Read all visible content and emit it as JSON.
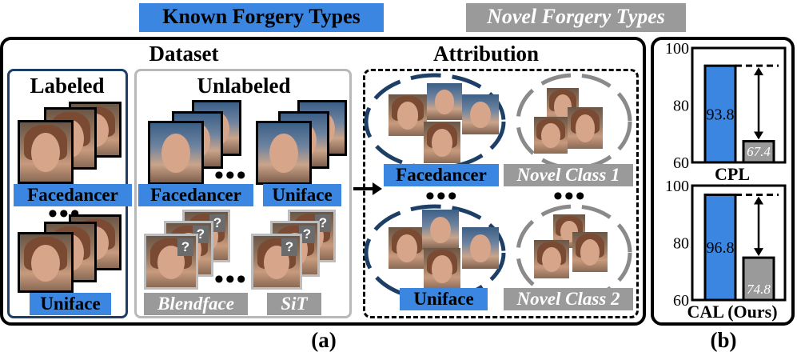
{
  "headers": {
    "known": "Known Forgery Types",
    "novel": "Novel Forgery Types"
  },
  "panel_a": {
    "dataset_title": "Dataset",
    "labeled_title": "Labeled",
    "unlabeled_title": "Unlabeled",
    "attribution_title": "Attribution",
    "labeled": [
      "Facedancer",
      "Uniface"
    ],
    "unlabeled_known": [
      "Facedancer",
      "Uniface"
    ],
    "unlabeled_novel": [
      "Blendface",
      "SiT"
    ],
    "attribution_known": [
      "Facedancer",
      "Uniface"
    ],
    "attribution_novel": [
      "Novel Class 1",
      "Novel Class 2"
    ],
    "dots": "•••",
    "question_mark": "?",
    "caption": "(a)"
  },
  "panel_b": {
    "caption": "(b)",
    "charts": [
      {
        "label": "CPL",
        "known_value": "93.8",
        "novel_value": "67.4",
        "ticks": [
          "100",
          "80",
          "60"
        ]
      },
      {
        "label": "CAL (Ours)",
        "known_value": "96.8",
        "novel_value": "74.8",
        "ticks": [
          "100",
          "80",
          "60"
        ]
      }
    ]
  },
  "chart_data": [
    {
      "type": "bar",
      "title": "CPL",
      "categories": [
        "Known",
        "Novel"
      ],
      "values": [
        93.8,
        67.4
      ],
      "ylim": [
        60,
        100
      ]
    },
    {
      "type": "bar",
      "title": "CAL (Ours)",
      "categories": [
        "Known",
        "Novel"
      ],
      "values": [
        96.8,
        74.8
      ],
      "ylim": [
        60,
        100
      ]
    }
  ],
  "colors": {
    "known": "#3a86e0",
    "novel": "#9a9a9a",
    "labeled_frame": "#1d3f66",
    "cluster": "#1d3f66"
  }
}
